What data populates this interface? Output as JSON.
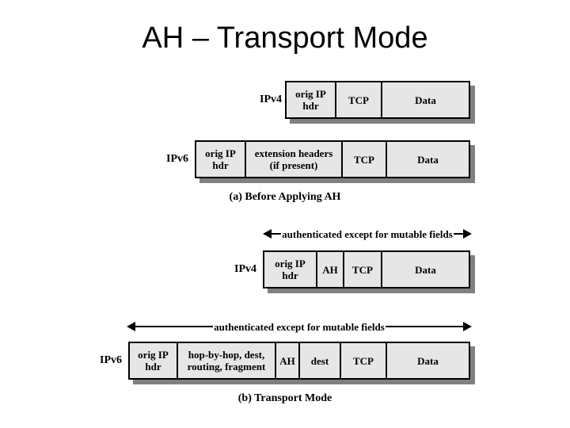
{
  "slide": {
    "title": "AH – Transport Mode",
    "background_color": "#ffffff"
  },
  "style": {
    "box_fill": "#e6e6e6",
    "box_border": "#000000",
    "shadow_color": "#808080"
  },
  "sections": [
    {
      "caption": "(a) Before Applying AH",
      "rows": [
        {
          "label": "IPv4",
          "cells": [
            {
              "text": "orig IP\nhdr"
            },
            {
              "text": "TCP"
            },
            {
              "text": "Data"
            }
          ]
        },
        {
          "label": "IPv6",
          "cells": [
            {
              "text": "orig IP\nhdr"
            },
            {
              "text": "extension headers\n(if present)"
            },
            {
              "text": "TCP"
            },
            {
              "text": "Data"
            }
          ]
        }
      ]
    },
    {
      "caption": "(b) Transport Mode",
      "annotations": [
        {
          "text": "authenticated except for mutable fields"
        },
        {
          "text": "authenticated except for mutable fields"
        }
      ],
      "rows": [
        {
          "label": "IPv4",
          "cells": [
            {
              "text": "orig IP\nhdr"
            },
            {
              "text": "AH"
            },
            {
              "text": "TCP"
            },
            {
              "text": "Data"
            }
          ]
        },
        {
          "label": "IPv6",
          "cells": [
            {
              "text": "orig IP\nhdr"
            },
            {
              "text": "hop-by-hop, dest,\nrouting, fragment"
            },
            {
              "text": "AH"
            },
            {
              "text": "dest"
            },
            {
              "text": "TCP"
            },
            {
              "text": "Data"
            }
          ]
        }
      ]
    }
  ]
}
